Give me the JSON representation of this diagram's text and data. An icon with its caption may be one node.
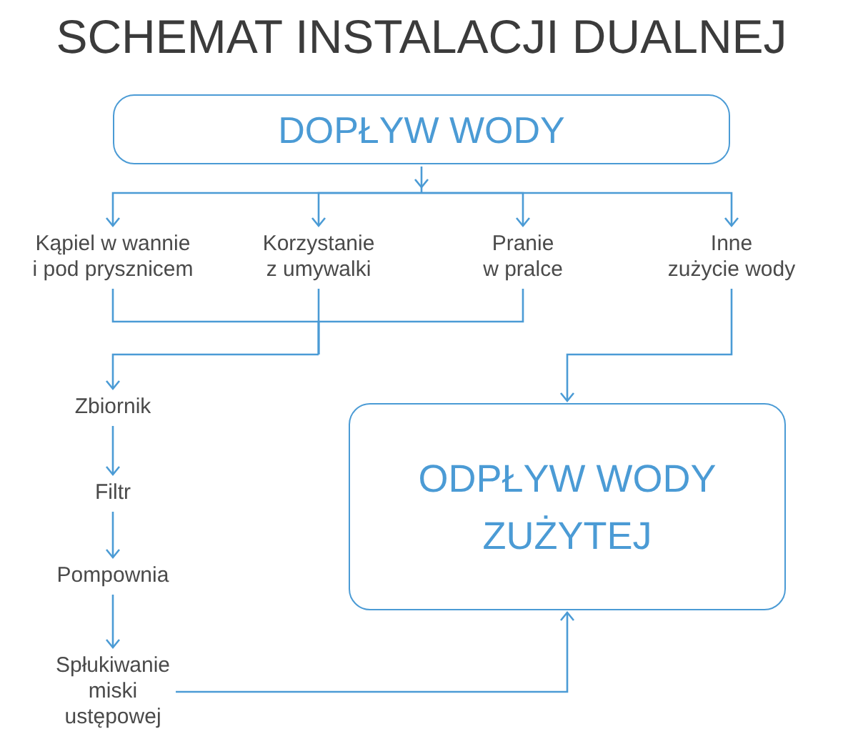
{
  "diagram": {
    "title": "SCHEMAT INSTALACJI DUALNEJ",
    "nodes": [
      {
        "text": [
          "DOPŁYW WODY"
        ]
      },
      {
        "text": [
          "Kąpiel w wannie i pod prysznicem"
        ]
      },
      {
        "text": [
          "Korzystanie z umywalki"
        ]
      },
      {
        "text": [
          "Pranie w pralce"
        ]
      },
      {
        "text": [
          "Inne zużycie wody"
        ]
      },
      {
        "text": [
          "Zbiornik"
        ]
      },
      {
        "text": [
          "Filtr"
        ]
      },
      {
        "text": [
          "Pompownia"
        ]
      },
      {
        "text": [
          "Spłukiwanie miski ustępowej"
        ]
      },
      {
        "text": [
          "ODPŁYW WODY ZUŻYTEJ"
        ]
      }
    ],
    "edges": [
      {
        "from": 0,
        "to": 1,
        "arrow": "to"
      },
      {
        "from": 0,
        "to": 2,
        "arrow": "to"
      },
      {
        "from": 0,
        "to": 3,
        "arrow": "to"
      },
      {
        "from": 0,
        "to": 4,
        "arrow": "to"
      },
      {
        "from": 1,
        "to": 5,
        "arrow": "to"
      },
      {
        "from": 2,
        "to": 5,
        "arrow": "to"
      },
      {
        "from": 3,
        "to": 5,
        "arrow": "to"
      },
      {
        "from": 4,
        "to": 9,
        "arrow": "to"
      },
      {
        "from": 5,
        "to": 6,
        "arrow": "to"
      },
      {
        "from": 6,
        "to": 7,
        "arrow": "to"
      },
      {
        "from": 7,
        "to": 8,
        "arrow": "to"
      },
      {
        "from": 8,
        "to": 9,
        "arrow": "to"
      }
    ]
  }
}
